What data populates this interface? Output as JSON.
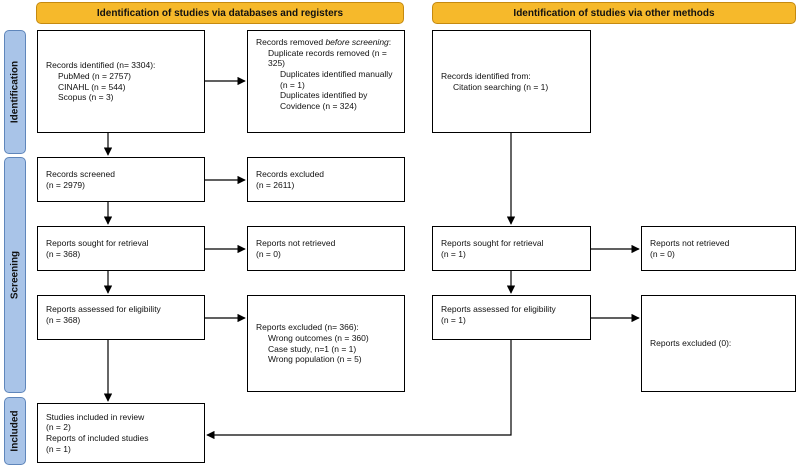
{
  "headers": {
    "databases": "Identification of studies via databases and registers",
    "other": "Identification of studies via other methods"
  },
  "phases": {
    "identification": "Identification",
    "screening": "Screening",
    "included": "Included"
  },
  "db": {
    "identified": {
      "title": "Records identified (n= 3304):",
      "sources": [
        "PubMed (n = 2757)",
        "CINAHL (n = 544)",
        "Scopus (n = 3)"
      ]
    },
    "removed": {
      "title_prefix": "Records removed ",
      "title_em": "before screening",
      "title_suffix": ":",
      "duplicates": "Duplicate records removed (n = 325)",
      "manual": "Duplicates identified manually (n = 1)",
      "covidence": "Duplicates identified by Covidence (n = 324)"
    },
    "screened": {
      "label": "Records screened",
      "n": "(n = 2979)"
    },
    "excluded": {
      "label": "Records excluded",
      "n": "(n = 2611)"
    },
    "sought": {
      "label": "Reports sought for retrieval",
      "n": "(n = 368)"
    },
    "not_retrieved": {
      "label": "Reports not retrieved",
      "n": "(n = 0)"
    },
    "assessed": {
      "label": "Reports assessed for eligibility",
      "n": "(n = 368)"
    },
    "reports_excluded": {
      "title": "Reports excluded (n= 366):",
      "reasons": [
        "Wrong outcomes (n = 360)",
        "Case study, n=1 (n = 1)",
        "Wrong population (n = 5)"
      ]
    },
    "included": {
      "studies": "Studies included in review",
      "studies_n": "(n = 2)",
      "reports": "Reports of included studies",
      "reports_n": "(n = 1)"
    }
  },
  "other": {
    "identified": {
      "title": "Records identified from:",
      "source": "Citation searching (n = 1)"
    },
    "sought": {
      "label": "Reports sought for retrieval",
      "n": "(n = 1)"
    },
    "not_retrieved": {
      "label": "Reports not retrieved",
      "n": "(n = 0)"
    },
    "assessed": {
      "label": "Reports assessed for eligibility",
      "n": "(n = 1)"
    },
    "excluded": "Reports excluded (0):"
  }
}
